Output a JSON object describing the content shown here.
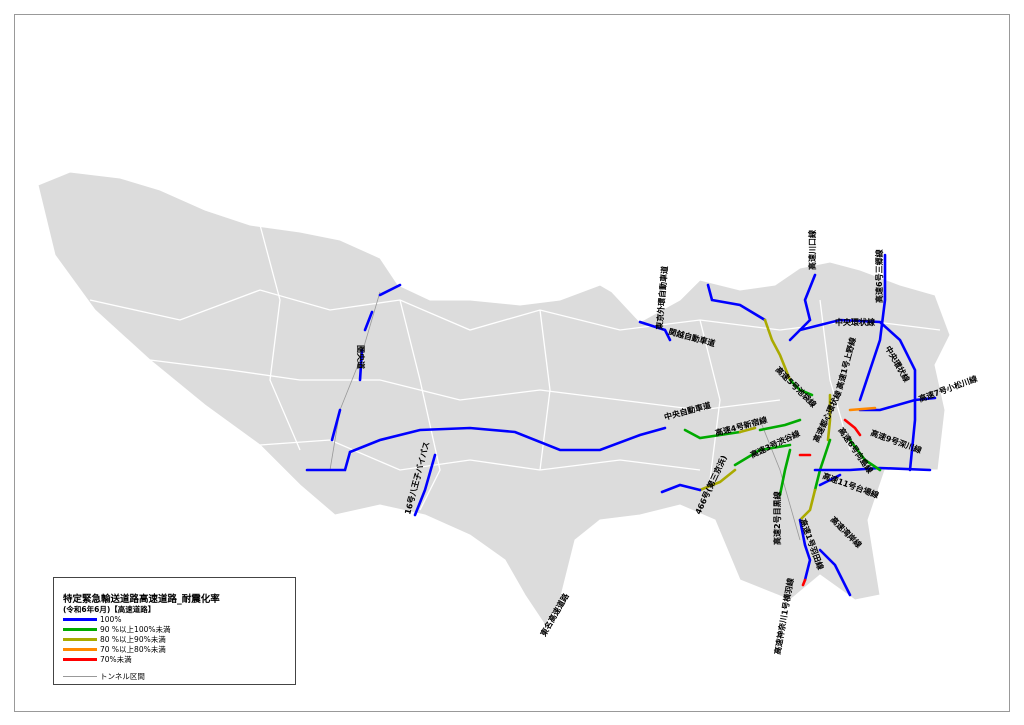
{
  "legend": {
    "title": "特定緊急輸送道路高速道路_耐震化率",
    "subtitle": "(令和6年6月)【高速道路】",
    "items": [
      {
        "label": "100%",
        "color": "#0000ff"
      },
      {
        "label": "90 %以上100%未満",
        "color": "#00aa00"
      },
      {
        "label": "80 %以上90%未満",
        "color": "#aaaa00"
      },
      {
        "label": "70 %以上80%未満",
        "color": "#ff8800"
      },
      {
        "label": "70%未満",
        "color": "#ff0000"
      }
    ],
    "tunnel": {
      "label": "トンネル区間",
      "color": "#999999"
    }
  },
  "road_labels": [
    "圏央道",
    "16号八王子バイパス",
    "中央自動車道",
    "東京外環自動車道",
    "関越自動車道",
    "高速川口線",
    "高速6号三郷線",
    "中央環状線",
    "中央環状線",
    "高速7号小松川線",
    "高速5号池袋線",
    "高速1号上野線",
    "高速4号新宿線",
    "高速3号渋谷線",
    "466号(第三京浜)",
    "高速2号目黒線",
    "高速都心環状線",
    "高速6号向島線",
    "高速9号深川線",
    "高速11号台場線",
    "高速1号羽田線",
    "高速湾岸線",
    "高速神奈川1号横羽線",
    "東名高速道路"
  ]
}
